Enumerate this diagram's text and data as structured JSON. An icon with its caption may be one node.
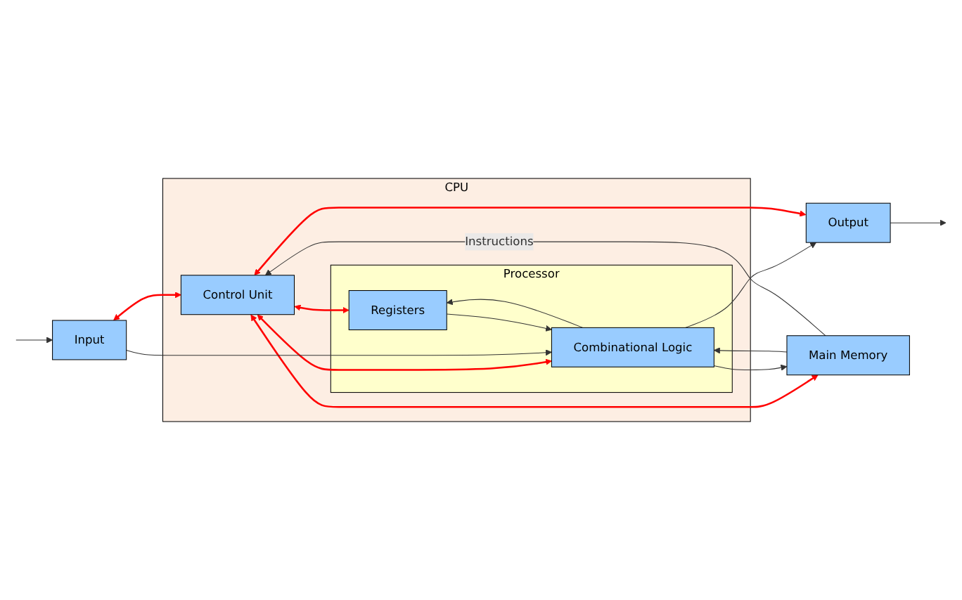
{
  "diagram": {
    "nodes": [
      {
        "text": [
          "CPU"
        ]
      },
      {
        "text": [
          "Control Unit"
        ],
        "in": 0
      },
      {
        "text": [
          "Processor"
        ],
        "in": 0
      },
      {
        "text": [
          "Registers"
        ],
        "in": 2
      },
      {
        "text": [
          "Combinational Logic"
        ],
        "in": 2
      },
      {
        "text": [
          "Input"
        ]
      },
      {
        "text": [
          "Output"
        ]
      },
      {
        "text": [
          "Main Memory"
        ]
      }
    ],
    "edges": [
      {
        "from": 5,
        "to": 1,
        "arrow": "both",
        "color": "#ff0000"
      },
      {
        "from": 6,
        "to": 1,
        "arrow": "both",
        "color": "#ff0000"
      },
      {
        "from": 1,
        "to": 3,
        "arrow": "both",
        "color": "#ff0000"
      },
      {
        "from": 1,
        "to": 4,
        "arrow": "both",
        "color": "#ff0000"
      },
      {
        "from": 1,
        "to": 7,
        "arrow": "both",
        "color": "#ff0000"
      },
      {
        "from": null,
        "to": 5,
        "arrow": "to"
      },
      {
        "from": 5,
        "to": 4,
        "arrow": "to"
      },
      {
        "from": 3,
        "to": 4,
        "arrow": "to"
      },
      {
        "from": 4,
        "to": 3,
        "arrow": "to"
      },
      {
        "from": 7,
        "to": 4,
        "arrow": "to"
      },
      {
        "from": 4,
        "to": 7,
        "arrow": "to"
      },
      {
        "from": 7,
        "to": 1,
        "arrow": "to",
        "label": "Instructions"
      },
      {
        "from": 4,
        "to": 6,
        "arrow": "to"
      },
      {
        "from": 6,
        "to": null,
        "arrow": "to"
      }
    ]
  }
}
